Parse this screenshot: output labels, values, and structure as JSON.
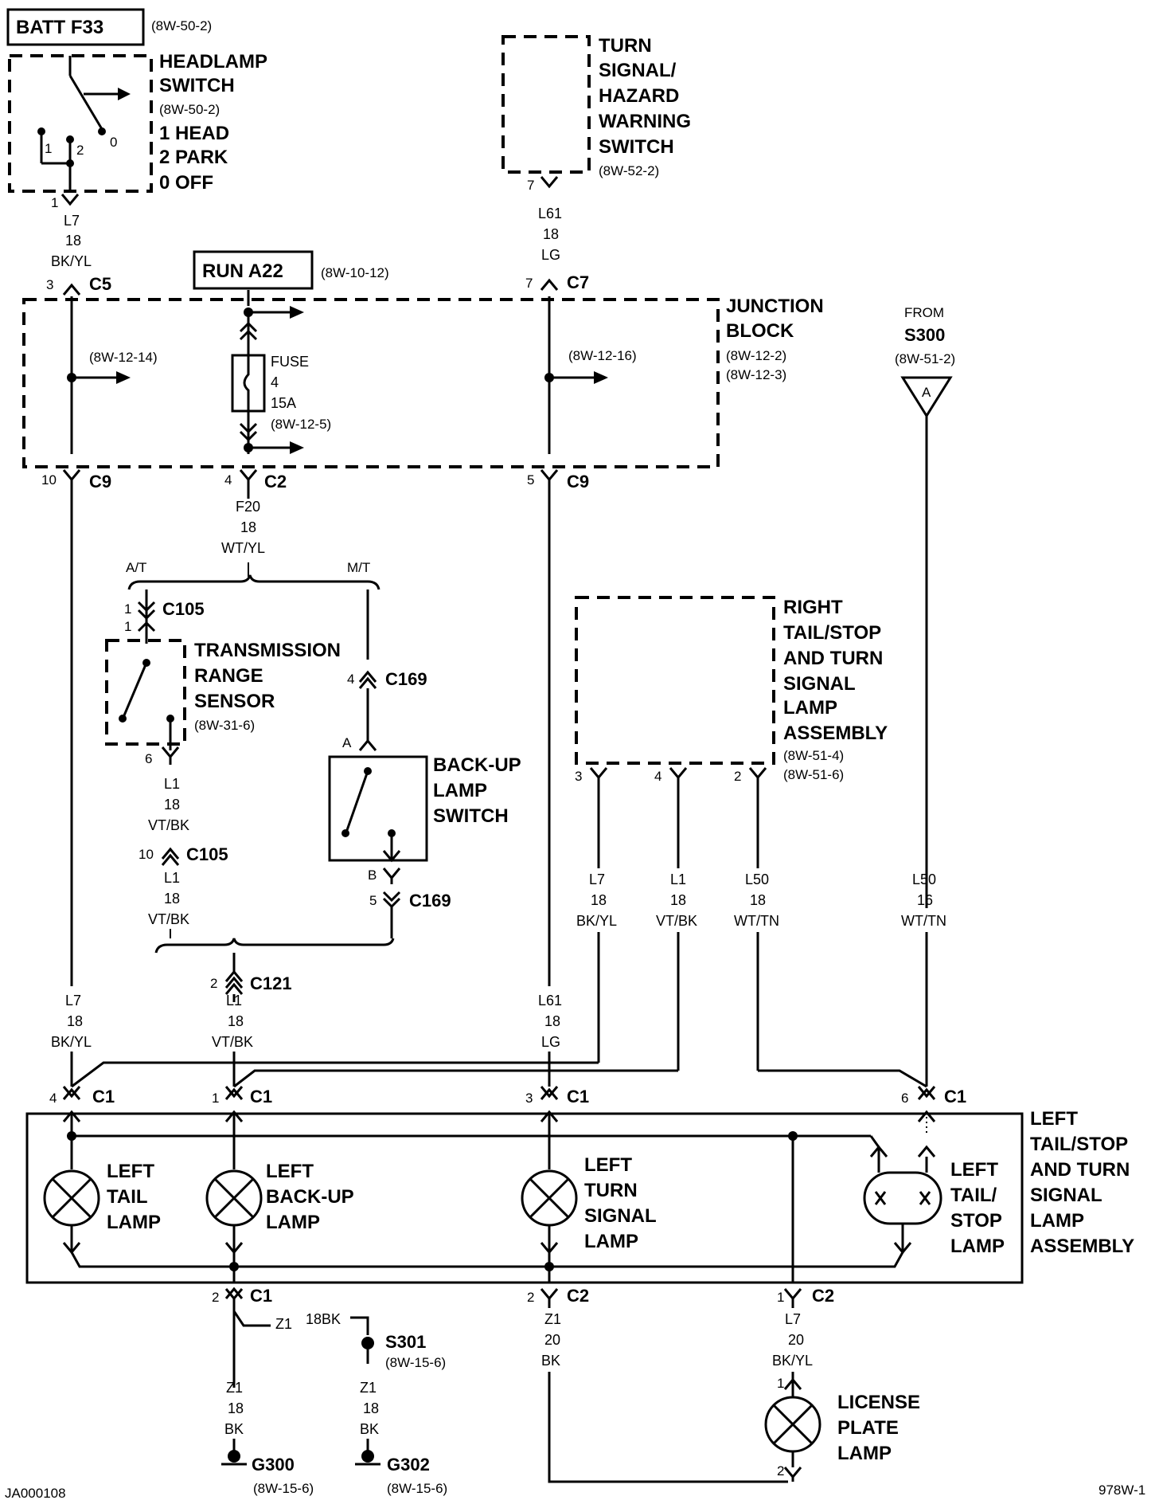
{
  "components": {
    "batt_f33": {
      "label": "BATT F33",
      "ref": "(8W-50-2)"
    },
    "headlamp_switch": {
      "title": [
        "HEADLAMP",
        "SWITCH"
      ],
      "ref": "(8W-50-2)",
      "positions": [
        "1 HEAD",
        "2 PARK",
        "0 OFF"
      ],
      "pin1": "1",
      "pin2": "2",
      "pin0": "0"
    },
    "turn_signal_switch": {
      "title": [
        "TURN",
        "SIGNAL/",
        "HAZARD",
        "WARNING",
        "SWITCH"
      ],
      "ref": "(8W-52-2)"
    },
    "run_a22": {
      "label": "RUN A22",
      "ref": "(8W-10-12)"
    },
    "junction_block": {
      "title": [
        "JUNCTION",
        "BLOCK"
      ],
      "refs": [
        "(8W-12-2)",
        "(8W-12-3)"
      ],
      "left_ref": "(8W-12-14)",
      "right_ref": "(8W-12-16)"
    },
    "fuse": {
      "label": "FUSE",
      "number": "4",
      "rating": "15A",
      "ref": "(8W-12-5)"
    },
    "from_s300": {
      "from": "FROM",
      "splice": "S300",
      "ref": "(8W-51-2)",
      "letter": "A"
    },
    "transmission_range_sensor": {
      "title": [
        "TRANSMISSION",
        "RANGE",
        "SENSOR"
      ],
      "ref": "(8W-31-6)"
    },
    "backup_switch": {
      "title": [
        "BACK-UP",
        "LAMP",
        "SWITCH"
      ],
      "pin_a": "A",
      "pin_b": "B"
    },
    "right_assembly": {
      "title": [
        "RIGHT",
        "TAIL/STOP",
        "AND TURN",
        "SIGNAL",
        "LAMP",
        "ASSEMBLY"
      ],
      "refs": [
        "(8W-51-4)",
        "(8W-51-6)"
      ]
    },
    "left_assembly": {
      "title": [
        "LEFT",
        "TAIL/STOP",
        "AND TURN",
        "SIGNAL",
        "LAMP",
        "ASSEMBLY"
      ],
      "lamps": {
        "tail": [
          "LEFT",
          "TAIL",
          "LAMP"
        ],
        "backup": [
          "LEFT",
          "BACK-UP",
          "LAMP"
        ],
        "turn": [
          "LEFT",
          "TURN",
          "SIGNAL",
          "LAMP"
        ],
        "stop": [
          "LEFT",
          "TAIL/",
          "STOP",
          "LAMP"
        ]
      }
    },
    "license_lamp": {
      "title": [
        "LICENSE",
        "PLATE",
        "LAMP"
      ]
    },
    "s301": {
      "label": "S301",
      "ref": "(8W-15-6)"
    },
    "g300": {
      "label": "G300",
      "ref": "(8W-15-6)"
    },
    "g302": {
      "label": "G302",
      "ref": "(8W-15-6)"
    }
  },
  "options": {
    "at": "A/T",
    "mt": "M/T"
  },
  "connectors": {
    "hs_1": "1",
    "c5": {
      "pin": "3",
      "name": "C5"
    },
    "c7": {
      "pin": "7",
      "name": "C7"
    },
    "ts_7": "7",
    "c9_left": {
      "pin": "10",
      "name": "C9"
    },
    "c2_fuse": {
      "pin": "4",
      "name": "C2"
    },
    "c9_right": {
      "pin": "5",
      "name": "C9"
    },
    "c105_top": {
      "pin1": "1",
      "pin2": "1",
      "name": "C105"
    },
    "trs_6": "6",
    "c169_top": {
      "pin": "4",
      "name": "C169"
    },
    "c105_mid": {
      "pin": "10",
      "name": "C105"
    },
    "c169_bot": {
      "pin": "5",
      "name": "C169"
    },
    "c121": {
      "pin": "2",
      "name": "C121"
    },
    "r_pins": [
      "3",
      "4",
      "2"
    ],
    "c1_4": {
      "pin": "4",
      "name": "C1"
    },
    "c1_1": {
      "pin": "1",
      "name": "C1"
    },
    "c1_3": {
      "pin": "3",
      "name": "C1"
    },
    "c1_6": {
      "pin": "6",
      "name": "C1"
    },
    "c1_2": {
      "pin": "2",
      "name": "C1"
    },
    "c2_2": {
      "pin": "2",
      "name": "C2"
    },
    "c2_1": {
      "pin": "1",
      "name": "C2"
    },
    "lic_1": "1",
    "lic_2": "2"
  },
  "wires": {
    "w_l7_top": [
      "L7",
      "18",
      "BK/YL"
    ],
    "w_l61_top": [
      "L61",
      "18",
      "LG"
    ],
    "w_f20": [
      "F20",
      "18",
      "WT/YL"
    ],
    "w_l1_trs": [
      "L1",
      "18",
      "VT/BK"
    ],
    "w_l1_mid": [
      "L1",
      "18",
      "VT/BK"
    ],
    "w_l7_r": [
      "L7",
      "18",
      "BK/YL"
    ],
    "w_l1_r": [
      "L1",
      "18",
      "VT/BK"
    ],
    "w_l50_r": [
      "L50",
      "18",
      "WT/TN"
    ],
    "w_l50_s": [
      "L50",
      "16",
      "WT/TN"
    ],
    "w_l7_bot": [
      "L7",
      "18",
      "BK/YL"
    ],
    "w_l1_bot": [
      "L1",
      "18",
      "VT/BK"
    ],
    "w_l61_bot": [
      "L61",
      "18",
      "LG"
    ],
    "w_z1_g300": [
      "Z1",
      "18",
      "BK"
    ],
    "w_z1_g302": [
      "Z1",
      "18",
      "BK"
    ],
    "w_z1_c2": [
      "Z1",
      "20",
      "BK"
    ],
    "w_l7_lic": [
      "L7",
      "20",
      "BK/YL"
    ],
    "z1_side": "Z1",
    "z1_side2": "18BK"
  },
  "footer": {
    "left": "JA000108",
    "right": "978W-1"
  }
}
